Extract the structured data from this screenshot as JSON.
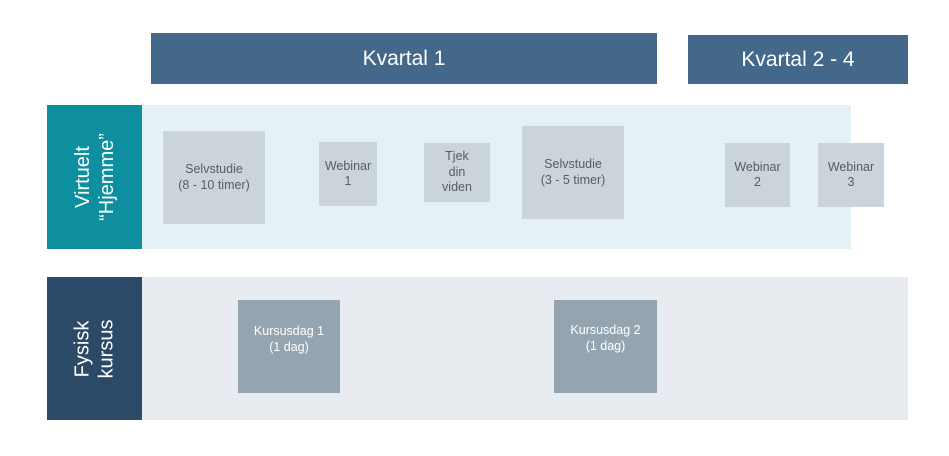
{
  "headers": {
    "q1": "Kvartal 1",
    "q24": "Kvartal 2 - 4"
  },
  "rows": {
    "virtual": {
      "label_line1": "Virtuelt",
      "label_line2": "“Hjemme”"
    },
    "physical": {
      "label_line1": "Fysisk",
      "label_line2": "kursus"
    }
  },
  "virtual_items": [
    {
      "lines": [
        "Selvstudie",
        "(8 - 10 timer)"
      ]
    },
    {
      "lines": [
        "Webinar",
        "1"
      ]
    },
    {
      "lines": [
        "Tjek",
        "din",
        "viden"
      ]
    },
    {
      "lines": [
        "Selvstudie",
        "(3 - 5 timer)"
      ]
    },
    {
      "lines": [
        "Webinar",
        "2"
      ]
    },
    {
      "lines": [
        "Webinar",
        "3"
      ]
    }
  ],
  "physical_items": [
    {
      "lines": [
        "Kursusdag 1",
        "(1 dag)"
      ]
    },
    {
      "lines": [
        "Kursusdag 2",
        "(1 dag)"
      ]
    }
  ],
  "colors": {
    "header_bg": "#44688a",
    "virtual_label_bg": "#0e8fa0",
    "virtual_row_bg": "#e4f1f5",
    "physical_label_bg": "#2b4a68",
    "physical_row_bg": "#e8ebef",
    "light_box_bg": "#cbd3db",
    "dark_box_bg": "#94a5b1"
  }
}
